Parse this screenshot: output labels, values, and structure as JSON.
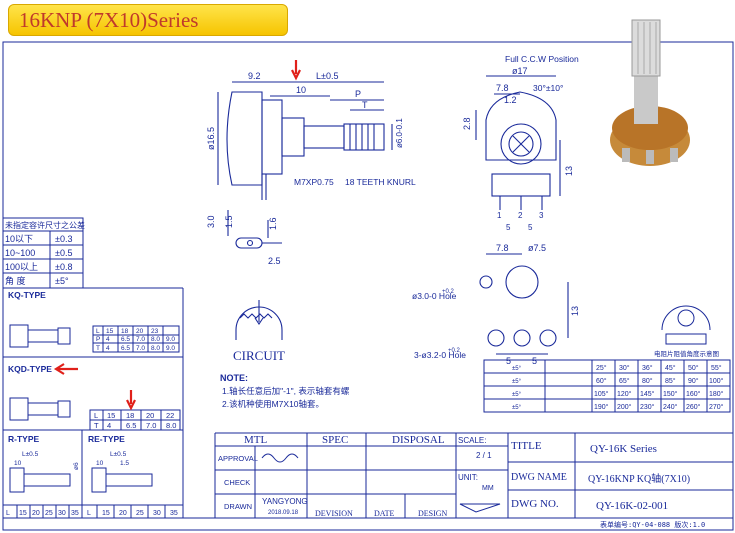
{
  "banner": {
    "title": "16KNP (7X10)Series"
  },
  "dims_side": {
    "d92": "9.2",
    "l": "L±0.5",
    "d10": "10",
    "p": "P",
    "t": "T",
    "d165": "ø16.5",
    "d6": "ø6.0-0.1",
    "thread": "M7XP0.75",
    "knurl": "18 TEETH KNURL"
  },
  "dims_front": {
    "ccw": "Full C.C.W Position",
    "d17": "ø17",
    "d78": "7.8",
    "d12": "1.2",
    "angle": "30°±10°",
    "d28": "2.8",
    "d13": "13",
    "p1": "1",
    "p2": "2",
    "p3": "3",
    "d5a": "5",
    "d5b": "5"
  },
  "dims_term": {
    "d30": "3.0",
    "d15": "1.5",
    "d16": "1.6",
    "d25": "2.5"
  },
  "dims_pcb": {
    "d78": "7.8",
    "d75": "ø7.5",
    "hole1": "ø3.0-0 Hole",
    "hole1sup": "+0.2",
    "hole2": "3-ø3.2-0 Hole",
    "hole2sup": "+0.2",
    "d13": "13",
    "d5a": "5",
    "d5b": "5"
  },
  "circuit": {
    "label": "CIRCUIT"
  },
  "tol_table": {
    "header": "未指定容许尺寸之公差",
    "rows": [
      [
        "10以下",
        "±0.3"
      ],
      [
        "10~100",
        "±0.5"
      ],
      [
        "100以上",
        "±0.8"
      ],
      [
        "角  度",
        "±5°"
      ]
    ]
  },
  "kq": {
    "label": "KQ-TYPE",
    "rows": [
      [
        "L",
        "15",
        "18",
        "20",
        "23"
      ],
      [
        "P",
        "4",
        "6.5",
        "7.0",
        "8.0",
        "9.0"
      ],
      [
        "T",
        "4",
        "6.5",
        "7.0",
        "8.0",
        "9.0"
      ]
    ]
  },
  "kqd": {
    "label": "KQD-TYPE",
    "rows": [
      [
        "L",
        "15",
        "18",
        "20",
        "22"
      ],
      [
        "T",
        "4",
        "6.5",
        "7.0",
        "8.0"
      ]
    ]
  },
  "rtype": {
    "label": "R-TYPE",
    "l": "L±0.5",
    "d10": "10",
    "d6": "ø6"
  },
  "retype": {
    "label": "RE-TYPE",
    "l": "L±0.5",
    "d10": "10",
    "d15": "1.5"
  },
  "bottom_l": {
    "cells": [
      "L",
      "15",
      "20",
      "25",
      "30",
      "35",
      "L",
      "15",
      "20",
      "25",
      "30",
      "35"
    ]
  },
  "notes": {
    "title": "NOTE:",
    "n1": "1.轴长任意后加\"-1\", 表示轴套有螺",
    "n2": "2.该机种使用M7X10轴套。"
  },
  "angle_table": {
    "header": "电阻片阻值角度示意图",
    "rows": [
      [
        "25°",
        "30°",
        "36°",
        "45°",
        "50°",
        "55°"
      ],
      [
        "60°",
        "65°",
        "80°",
        "85°",
        "90°",
        "100°"
      ],
      [
        "105°",
        "120°",
        "145°",
        "150°",
        "160°",
        "180°"
      ],
      [
        "190°",
        "200°",
        "230°",
        "240°",
        "260°",
        "270°"
      ]
    ],
    "left": [
      "±5°",
      "±5°",
      "±5°",
      "±5°"
    ]
  },
  "title_block": {
    "mtl": "MTL",
    "spec": "SPEC",
    "disposal": "DISPOSAL",
    "approval": "APPROVAL",
    "check": "CHECK",
    "drawn": "DRAWN",
    "drawn_by": "YANGYONG",
    "drawn_date": "2018.09.18",
    "division": "DEVISION",
    "date": "DATE",
    "design": "DESIGN",
    "scale_label": "SCALE:",
    "scale": "2 / 1",
    "unit_label": "UNIT:",
    "unit": "MM",
    "title_label": "TITLE",
    "title": "QY-16K   Series",
    "dwg_name_label": "DWG NAME",
    "dwg_name": "QY-16KNP  KQ轴(7X10)",
    "dwg_no_label": "DWG NO.",
    "dwg_no": "QY-16K-02-001",
    "footer": "表单编号:QY-04-088    版次:1.0"
  },
  "colors": {
    "ink": "#1a2a9a",
    "arrow": "#e0201a",
    "banner": "#f6c400"
  }
}
